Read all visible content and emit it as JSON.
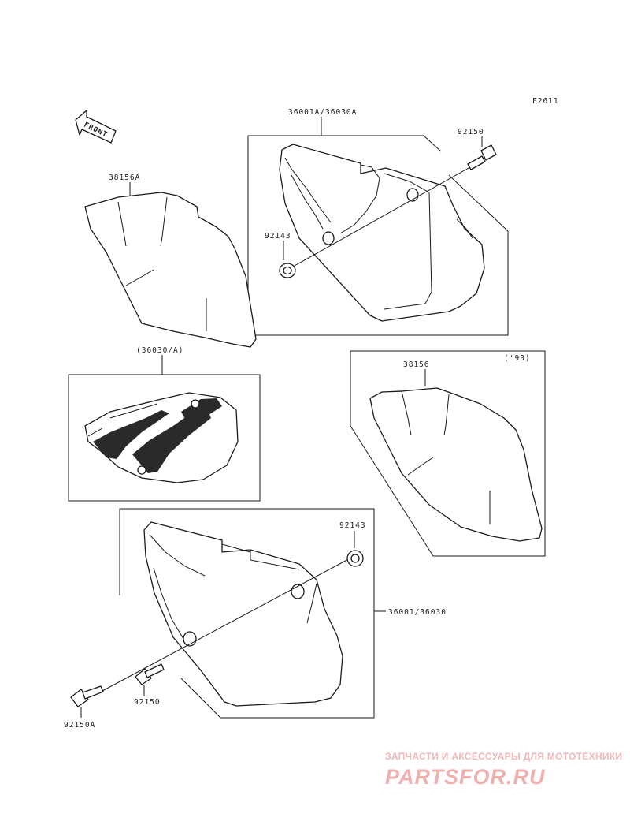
{
  "figure_code": "F2611",
  "front_label": "FRONT",
  "labels": {
    "part_36001a_36030a": "36001A/36030A",
    "part_92150_top": "92150",
    "part_38156a": "38156A",
    "part_92143_top": "92143",
    "part_36030_a": "(36030/A)",
    "part_38156": "38156",
    "year_93": "('93)",
    "part_92143_bottom": "92143",
    "part_36001_36030": "36001/36030",
    "part_92150_bottom": "92150",
    "part_92150a": "92150A"
  },
  "watermark": {
    "tagline": "ЗАПЧАСТИ И АКСЕССУАРЫ ДЛЯ МОТОТЕХНИКИ",
    "brand": "PARTSFOR.RU"
  }
}
